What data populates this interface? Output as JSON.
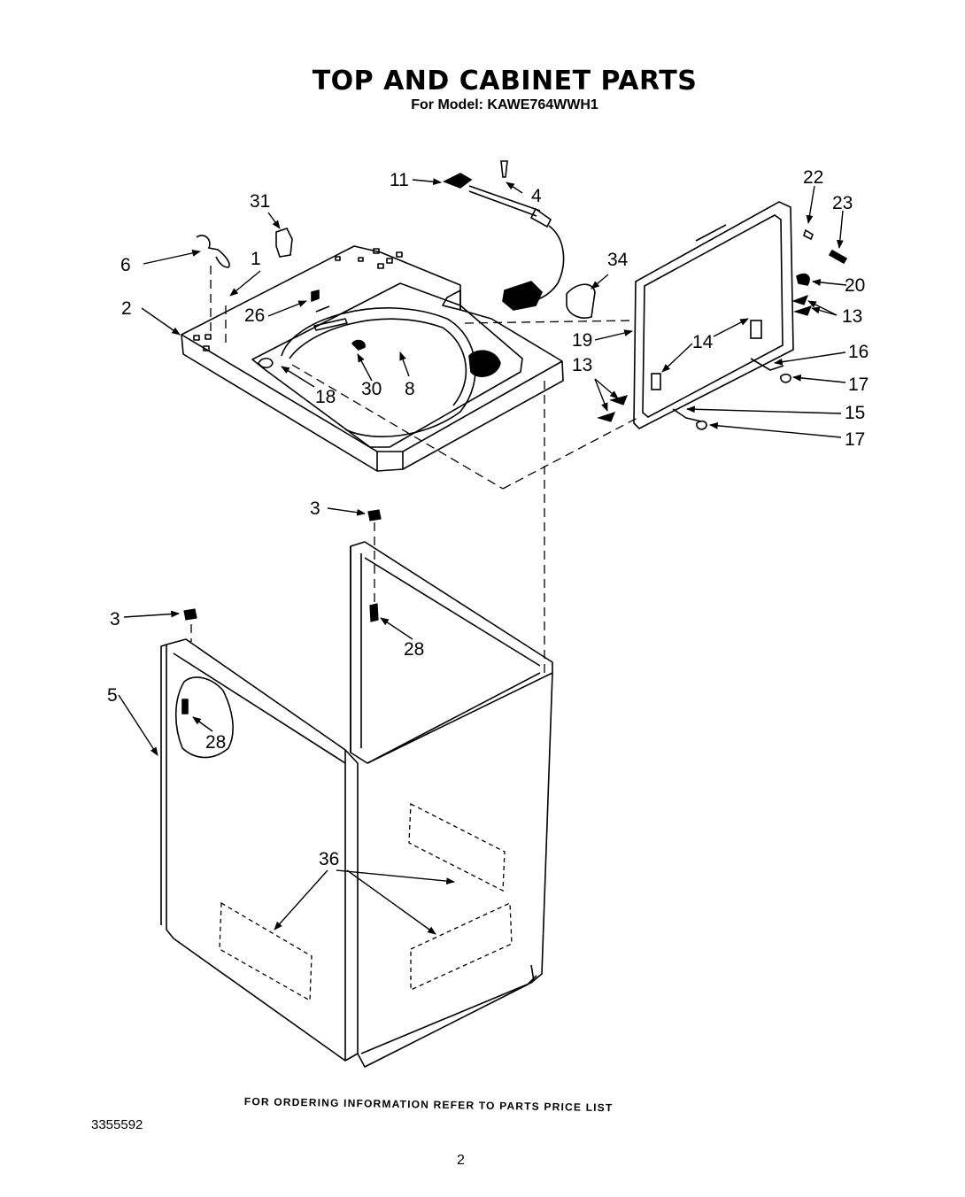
{
  "header": {
    "title": "TOP AND CABINET PARTS",
    "subtitle": "For Model: KAWE764WWH1"
  },
  "callouts": [
    "1",
    "2",
    "3",
    "3",
    "4",
    "5",
    "6",
    "8",
    "11",
    "13",
    "13",
    "14",
    "15",
    "16",
    "17",
    "17",
    "18",
    "19",
    "20",
    "22",
    "23",
    "26",
    "28",
    "28",
    "30",
    "31",
    "34",
    "36"
  ],
  "footer": {
    "ordering_note": "FOR ORDERING INFORMATION REFER TO PARTS PRICE LIST",
    "document_number": "3355592",
    "page_number": "2"
  }
}
